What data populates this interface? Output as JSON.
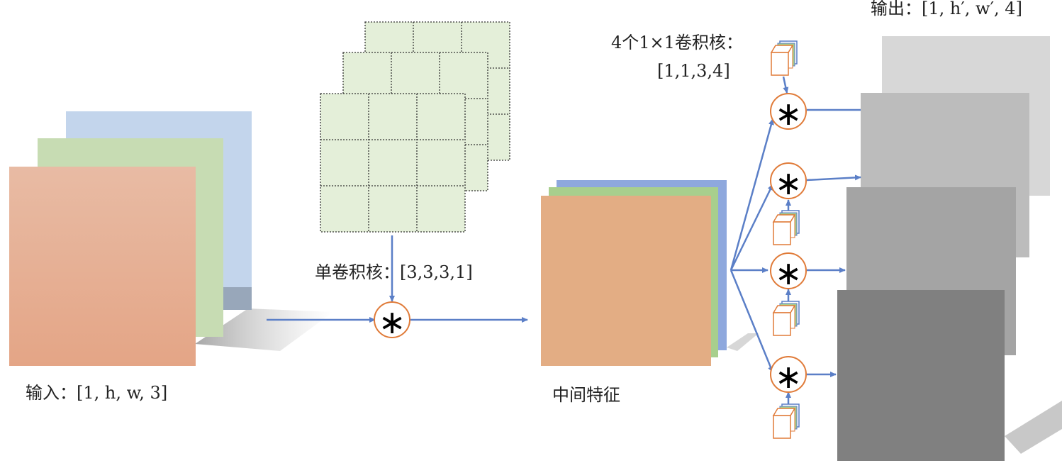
{
  "labels": {
    "input": "输入：[1, h, w, 3]",
    "single_kernel": "单卷积核：[3,3,3,1]",
    "middle_feature": "中间特征",
    "kernels_1x1_line1": "4个1×1卷积核：",
    "kernels_1x1_line2": "[1,1,3,4]",
    "output": "输出：[1, h′, w′, 4]"
  },
  "operators": {
    "convolution_symbol": "∗"
  },
  "colors": {
    "input_blue": "#c3d5ec",
    "input_green": "#c7dcb3",
    "input_orange_top": "#e8bba4",
    "input_orange_bottom": "#e4a586",
    "kernel_fill": "#e4efd9",
    "kernel_border": "#333333",
    "middle_blue": "#8ea8dd",
    "middle_green": "#a8cf8d",
    "middle_orange": "#e3ad84",
    "arrow": "#5b7fc7",
    "conv_circle": "#e07b39",
    "out_1": "#d7d7d7",
    "out_2": "#bcbcbc",
    "out_3": "#a4a4a4",
    "out_4": "#808080"
  }
}
